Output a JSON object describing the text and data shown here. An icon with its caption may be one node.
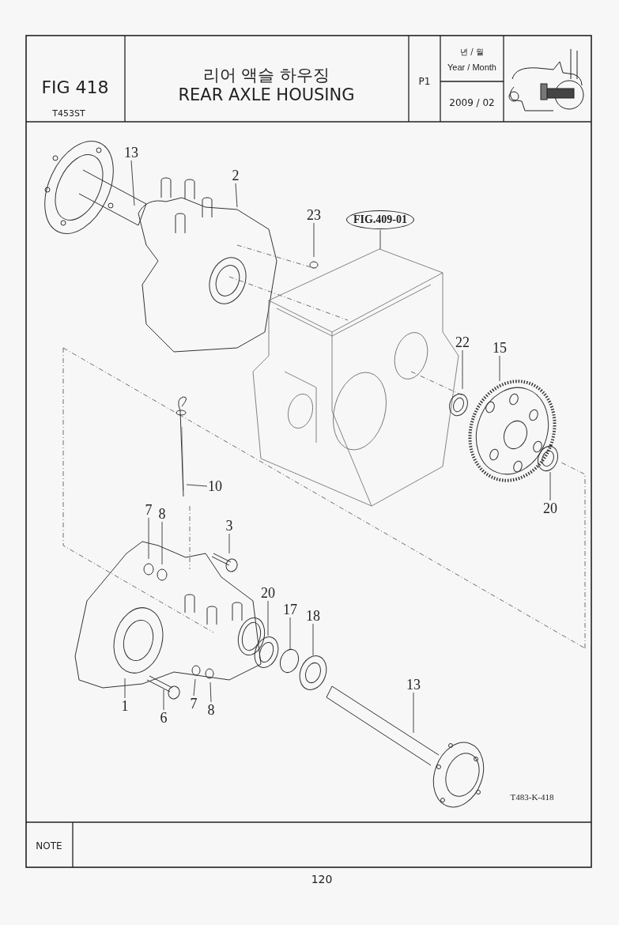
{
  "diagram": {
    "nodes": [
      {
        "text": [
          "13"
        ]
      },
      {
        "text": [
          "2"
        ]
      },
      {
        "text": [
          "23"
        ]
      },
      {
        "text": [
          "FIG.409-01"
        ]
      },
      {
        "text": [
          "22"
        ]
      },
      {
        "text": [
          "15"
        ]
      },
      {
        "text": [
          "10"
        ]
      },
      {
        "text": [
          "7"
        ]
      },
      {
        "text": [
          "8"
        ]
      },
      {
        "text": [
          "3"
        ]
      },
      {
        "text": [
          "20"
        ]
      },
      {
        "text": [
          "20"
        ]
      },
      {
        "text": [
          "17"
        ]
      },
      {
        "text": [
          "18"
        ]
      },
      {
        "text": [
          "13"
        ]
      },
      {
        "text": [
          "1"
        ]
      },
      {
        "text": [
          "6"
        ]
      },
      {
        "text": [
          "7"
        ]
      },
      {
        "text": [
          "8"
        ]
      }
    ],
    "edges": [
      {
        "from": 0,
        "to": null,
        "arrow": "none"
      },
      {
        "from": 1,
        "to": null,
        "arrow": "none"
      },
      {
        "from": 2,
        "to": null,
        "arrow": "none"
      },
      {
        "from": 3,
        "to": null,
        "arrow": "none"
      },
      {
        "from": 4,
        "to": null,
        "arrow": "none"
      },
      {
        "from": 5,
        "to": null,
        "arrow": "none"
      },
      {
        "from": 6,
        "to": null,
        "arrow": "none"
      },
      {
        "from": 7,
        "to": null,
        "arrow": "none"
      },
      {
        "from": 8,
        "to": null,
        "arrow": "none"
      },
      {
        "from": 9,
        "to": null,
        "arrow": "none"
      },
      {
        "from": 10,
        "to": null,
        "arrow": "none"
      },
      {
        "from": 11,
        "to": null,
        "arrow": "none"
      },
      {
        "from": 12,
        "to": null,
        "arrow": "none"
      },
      {
        "from": 13,
        "to": null,
        "arrow": "none"
      },
      {
        "from": 14,
        "to": null,
        "arrow": "none"
      },
      {
        "from": 15,
        "to": null,
        "arrow": "none"
      },
      {
        "from": 16,
        "to": null,
        "arrow": "none"
      },
      {
        "from": 17,
        "to": null,
        "arrow": "none"
      },
      {
        "from": 18,
        "to": null,
        "arrow": "none"
      }
    ],
    "labels": [
      "FIG 418",
      "T453ST",
      "리어 액슬 하우징",
      "REAR AXLE HOUSING",
      "P1",
      "년 / 월",
      "Year / Month",
      "2009 / 02",
      "T483-K-418",
      "NOTE",
      "120"
    ]
  }
}
